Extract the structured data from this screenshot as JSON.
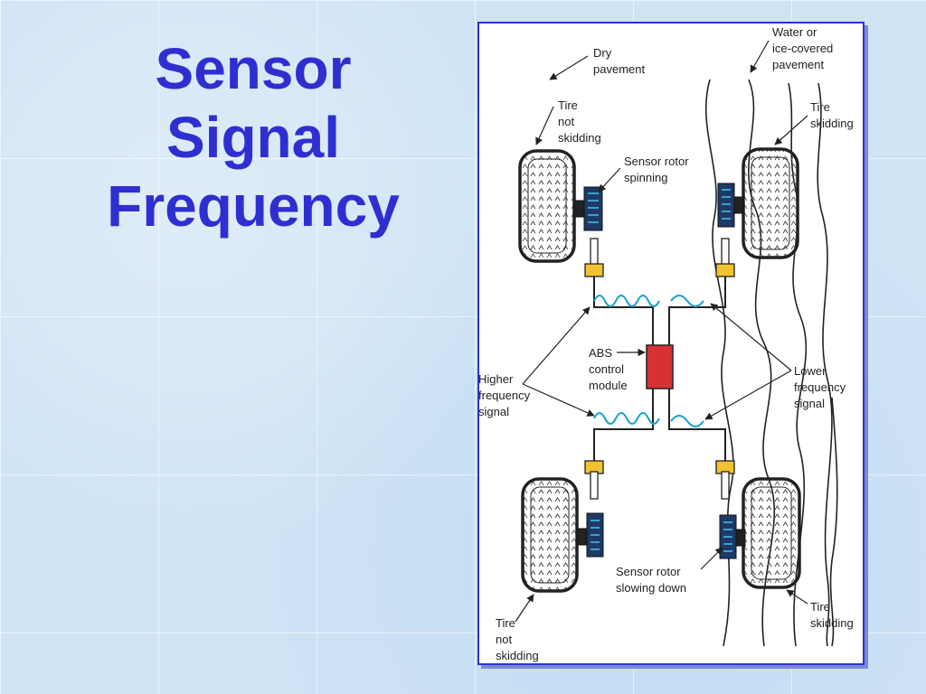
{
  "slide": {
    "title_lines": [
      "Sensor",
      "Signal",
      "Frequency"
    ]
  },
  "diagram": {
    "labels": {
      "dry_pavement": [
        "Dry",
        "pavement"
      ],
      "wet_pavement": [
        "Water or",
        "ice-covered",
        "pavement"
      ],
      "tire_not_skidding_top": [
        "Tire",
        "not",
        "skidding"
      ],
      "tire_skidding_top": [
        "Tire",
        "skidding"
      ],
      "sensor_rotor_spinning": [
        "Sensor rotor",
        "spinning"
      ],
      "abs_module": [
        "ABS",
        "control",
        "module"
      ],
      "higher_frequency": [
        "Higher",
        "frequency",
        "signal"
      ],
      "lower_frequency": [
        "Lower",
        "frequency",
        "signal"
      ],
      "sensor_rotor_slowing": [
        "Sensor rotor",
        "slowing down"
      ],
      "tire_skidding_bottom": [
        "Tire",
        "skidding"
      ],
      "tire_not_skidding_bottom": [
        "Tire",
        "not",
        "skidding"
      ]
    },
    "colors": {
      "title": "#2f2fd1",
      "frame": "#2b35c9",
      "abs_module": "#d93035",
      "sensor": "#f2c230",
      "signal_wave": "#1aa0d0",
      "rotor": "#1d3a66"
    }
  }
}
